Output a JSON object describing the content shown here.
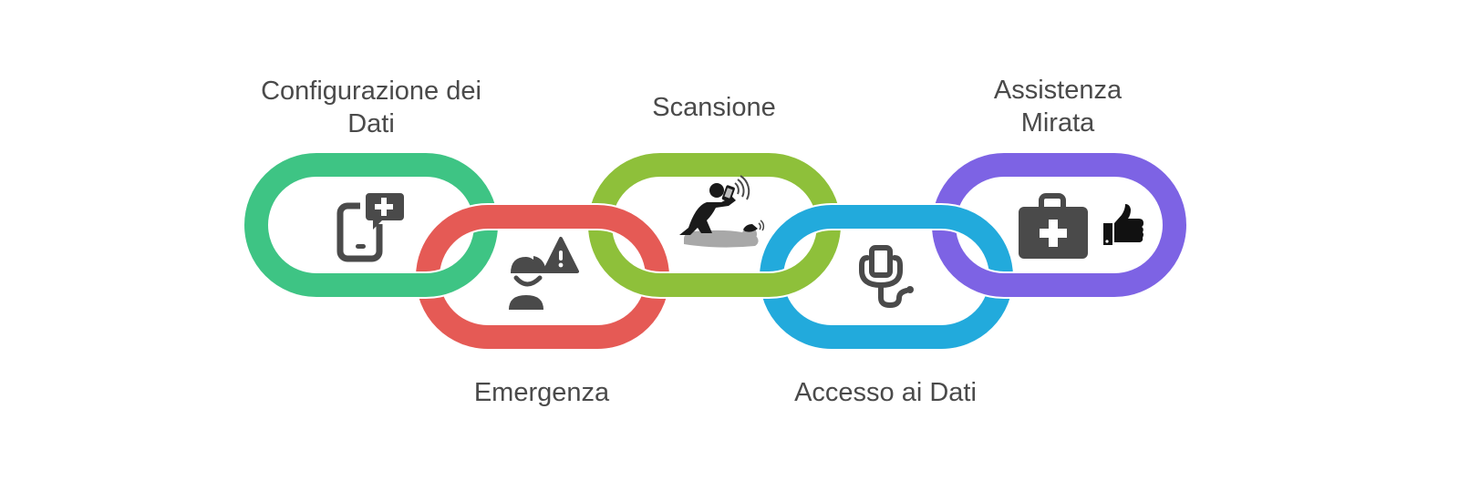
{
  "diagram": {
    "type": "interlocking-chain",
    "steps": [
      {
        "label_line1": "Configurazione dei",
        "label_line2": "Dati",
        "color": "#3ec484",
        "position": "top",
        "icon": "mobile-medical-icon"
      },
      {
        "label_line1": "Emergenza",
        "label_line2": "",
        "color": "#e55a55",
        "position": "bottom",
        "icon": "worker-warning-icon"
      },
      {
        "label_line1": "Scansione",
        "label_line2": "",
        "color": "#8ec03a",
        "position": "top",
        "icon": "phone-scan-patient-icon"
      },
      {
        "label_line1": "Accesso ai Dati",
        "label_line2": "",
        "color": "#22aadc",
        "position": "bottom",
        "icon": "stethoscope-phone-icon"
      },
      {
        "label_line1": "Assistenza",
        "label_line2": "Mirata",
        "color": "#7d63e4",
        "position": "top",
        "icon": "medical-kit-thumbs-up-icon"
      }
    ]
  }
}
